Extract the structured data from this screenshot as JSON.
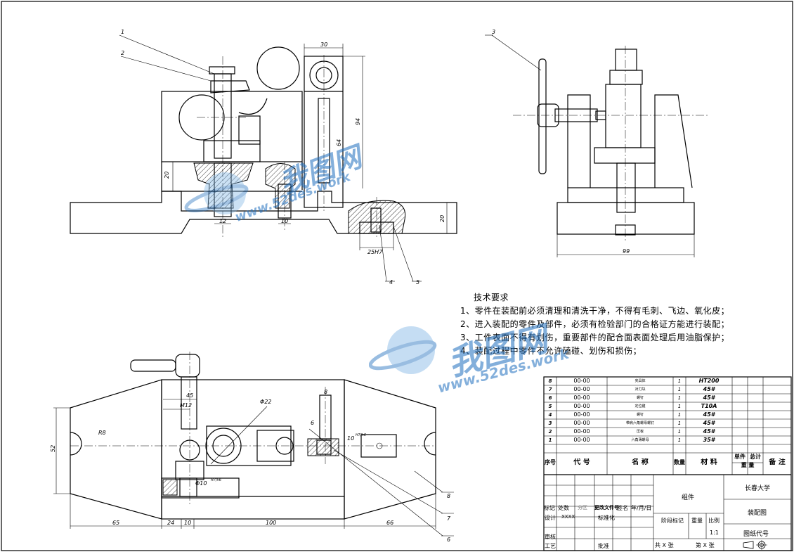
{
  "tech_requirements": {
    "title": "技术要求",
    "items": [
      "1、零件在装配前必须清理和清洗干净，不得有毛刺、飞边、氧化皮；",
      "2、进入装配的零件及部件，必须有检验部门的合格证方能进行装配；",
      "3、工件表面不得有划伤，重要部件的配合面表面处理后用油脂保护；",
      "4、装配过程中零件不允许磕碰、划伤和损伤；"
    ]
  },
  "dimensions": {
    "top_width": "30",
    "height_94": "94",
    "height_64": "64",
    "h_20_left": "20",
    "h_20_right": "20",
    "d_12": "12",
    "d_10": "10",
    "fit_25": "25H7",
    "width_99": "99",
    "d_45": "45",
    "d_m12": "M12",
    "d_phi22": "Φ22",
    "d_phi10": "Φ10",
    "tol_phi10": "H7/h6",
    "d_8": "8",
    "d_6": "6",
    "d_10b": "10",
    "tol_10b": "H7/h6",
    "r_r8": "R8",
    "h_52": "52",
    "w_65": "65",
    "w_24": "24",
    "w_10": "10",
    "w_100": "100",
    "w_66": "66"
  },
  "balloons": [
    "1",
    "2",
    "3",
    "4",
    "5",
    "6",
    "7",
    "8"
  ],
  "bom": {
    "rows": [
      {
        "no": "8",
        "code": "00-00",
        "name": "夹具体",
        "qty": "1",
        "material": "HT200"
      },
      {
        "no": "7",
        "code": "00-00",
        "name": "对刀块",
        "qty": "1",
        "material": "45#"
      },
      {
        "no": "6",
        "code": "00-00",
        "name": "螺钉",
        "qty": "1",
        "material": "45#"
      },
      {
        "no": "5",
        "code": "00-00",
        "name": "定位键",
        "qty": "1",
        "material": "T10A"
      },
      {
        "no": "4",
        "code": "00-00",
        "name": "螺钉",
        "qty": "1",
        "material": "45#"
      },
      {
        "no": "3",
        "code": "00-00",
        "name": "带肩六角螺母螺钉",
        "qty": "1",
        "material": "45#"
      },
      {
        "no": "2",
        "code": "00-00",
        "name": "压板",
        "qty": "1",
        "material": "45#"
      },
      {
        "no": "1",
        "code": "00-00",
        "name": "六角薄螺母",
        "qty": "1",
        "material": "35#"
      }
    ],
    "header": {
      "no": "序号",
      "code": "代 号",
      "name": "名 称",
      "qty": "数量",
      "material": "材 料",
      "unit": "单件",
      "total": "总计",
      "weight": "重 量",
      "remark": "备 注"
    }
  },
  "title_block": {
    "assembly": "组件",
    "university": "长春大学",
    "drawing_name": "装配图",
    "drawing_code": "图纸代号",
    "mark": "标记",
    "count": "处数",
    "zone": "分区",
    "change_doc": "更改文件号",
    "sign": "签名",
    "date": "年/月/日",
    "designer": "设计",
    "designer_name": "XXXX",
    "standardize": "标准化",
    "stage": "阶段标记",
    "weight": "重量",
    "scale": "比例",
    "scale_value": "1:1",
    "review": "审核",
    "process": "工艺",
    "approve": "批准",
    "sheets_total": "共 X 张",
    "sheet_no": "第 X 张"
  },
  "watermark": {
    "brand": "我图网",
    "url": "www.52des.work",
    "color": "#1E6EBE"
  }
}
